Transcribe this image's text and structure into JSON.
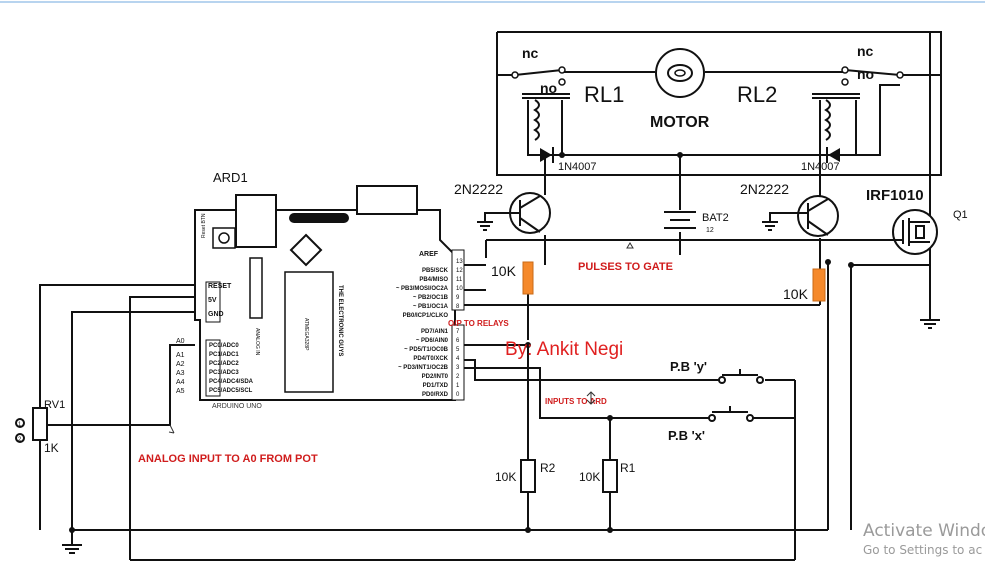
{
  "diagram": {
    "ard_label": "ARD1",
    "board_name": "ARDUINO UNO",
    "board_vertical_text": "THE ELECTRONIC GUYS",
    "board_chip_text": "ATMEGA328P",
    "board_reset_btn_text": "Reset BTN",
    "board_analog_in_text": "ANALOG IN",
    "power_pins": [
      "RESET",
      "5V",
      "GND"
    ],
    "analog_header": "A0",
    "analog_pin_labels": [
      "A1",
      "A2",
      "A3",
      "A4",
      "A5"
    ],
    "analog_pins": [
      "PC0/ADC0",
      "PC1/ADC1",
      "PC2/ADC2",
      "PC3/ADC3",
      "PC4/ADC4/SDA",
      "PC5/ADC5/SCL"
    ],
    "aref": "AREF",
    "digital_pins_upper": [
      "PB5/SCK",
      "PB4/MISO",
      "~ PB3/MOSI/OC2A",
      "~ PB2/OC1B",
      "~ PB1/OC1A",
      "PB0/ICP1/CLKO"
    ],
    "digital_pins_lower": [
      "PD7/AIN1",
      "~ PD6/AIN0",
      "~ PD5/T1/OC0B",
      "PD4/T0/XCK",
      "~ PD3/INT1/OC2B",
      "PD2/INT0",
      "PD1/TXD",
      "PD0/RXD"
    ],
    "pin_numbers": [
      "13",
      "12",
      "11",
      "10",
      "9",
      "8",
      "7",
      "6",
      "5",
      "4",
      "3",
      "2",
      "1",
      "0"
    ],
    "relay1": "RL1",
    "relay2": "RL2",
    "motor": "MOTOR",
    "nc": "nc",
    "no": "no",
    "diode1": "1N4007",
    "diode2": "1N4007",
    "transistor1": "2N2222",
    "transistor2": "2N2222",
    "mosfet": "IRF1010",
    "mosfet_ref": "Q1",
    "battery": "BAT2",
    "battery_value": "12",
    "resistor_10k_a": "10K",
    "resistor_10k_b": "10K",
    "r2_value": "10K",
    "r2_name": "R2",
    "r1_value": "10K",
    "r1_name": "R1",
    "pot_name": "RV1",
    "pot_value": "1K",
    "pot_pin1": "1",
    "pot_pin2": "2",
    "pulses_label": "PULSES TO GATE",
    "op_relays_label": "O/P TO RELAYS",
    "author": "By: Ankit Negi",
    "pb_y": "P.B 'y'",
    "pb_x": "P.B 'x'",
    "inputs_label": "INPUTS TO ARD",
    "analog_input_label": "ANALOG INPUT TO A0 FROM POT",
    "colors": {
      "wire": "#111111",
      "resistor_orange": "#f5892b",
      "annotation_red": "#d01c1c",
      "author_red": "#e02020",
      "watermark_grey": "#9a9a9a"
    }
  },
  "watermark": {
    "line1": "Activate Windo",
    "line2": "Go to Settings to ac"
  }
}
